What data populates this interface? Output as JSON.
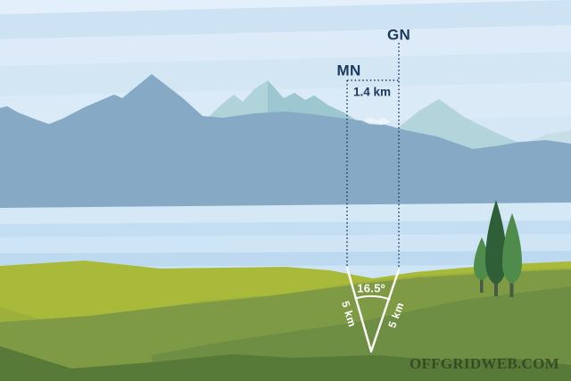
{
  "diagram": {
    "grid_north_label": "GN",
    "magnetic_north_label": "MN",
    "offset_distance_label": "1.4 km",
    "declination_angle_label": "16.5º",
    "left_leg_label": "5 km",
    "right_leg_label": "5 km"
  },
  "watermark": {
    "text": "OFFGRIDWEB.COM"
  },
  "colors": {
    "label_navy": "#1c3a60",
    "diagram_line_white": "#ffffff",
    "sky_base": "#e3effa",
    "sky_band_dark": "#cde2f2",
    "sky_band_light": "#dcebf7",
    "mountain_front": "#86aac6",
    "mountain_back_teal": "#b0d3da",
    "mountain_back_teal_shade": "#9cc7d1",
    "mountain_far_teal": "#c6dee5",
    "snow_white": "#f2f8fc",
    "water_stripe_1": "#d5e8f6",
    "water_stripe_2": "#c3def2",
    "water_stripe_3": "#cfe5f5",
    "water_stripe_4": "#bcd9ef",
    "water_stripe_5": "#cde4f4",
    "grass_bright": "#a9ba3a",
    "grass_bright_shade": "#9cb03c",
    "grass_medium": "#7e9a44",
    "grass_dark": "#6e8e43",
    "grass_darkest": "#587a39",
    "tree_dark_green": "#2e5f37",
    "tree_light_green": "#4f8c4b",
    "tree_trunk": "#455b42",
    "watermark_color": "#2f4120"
  }
}
